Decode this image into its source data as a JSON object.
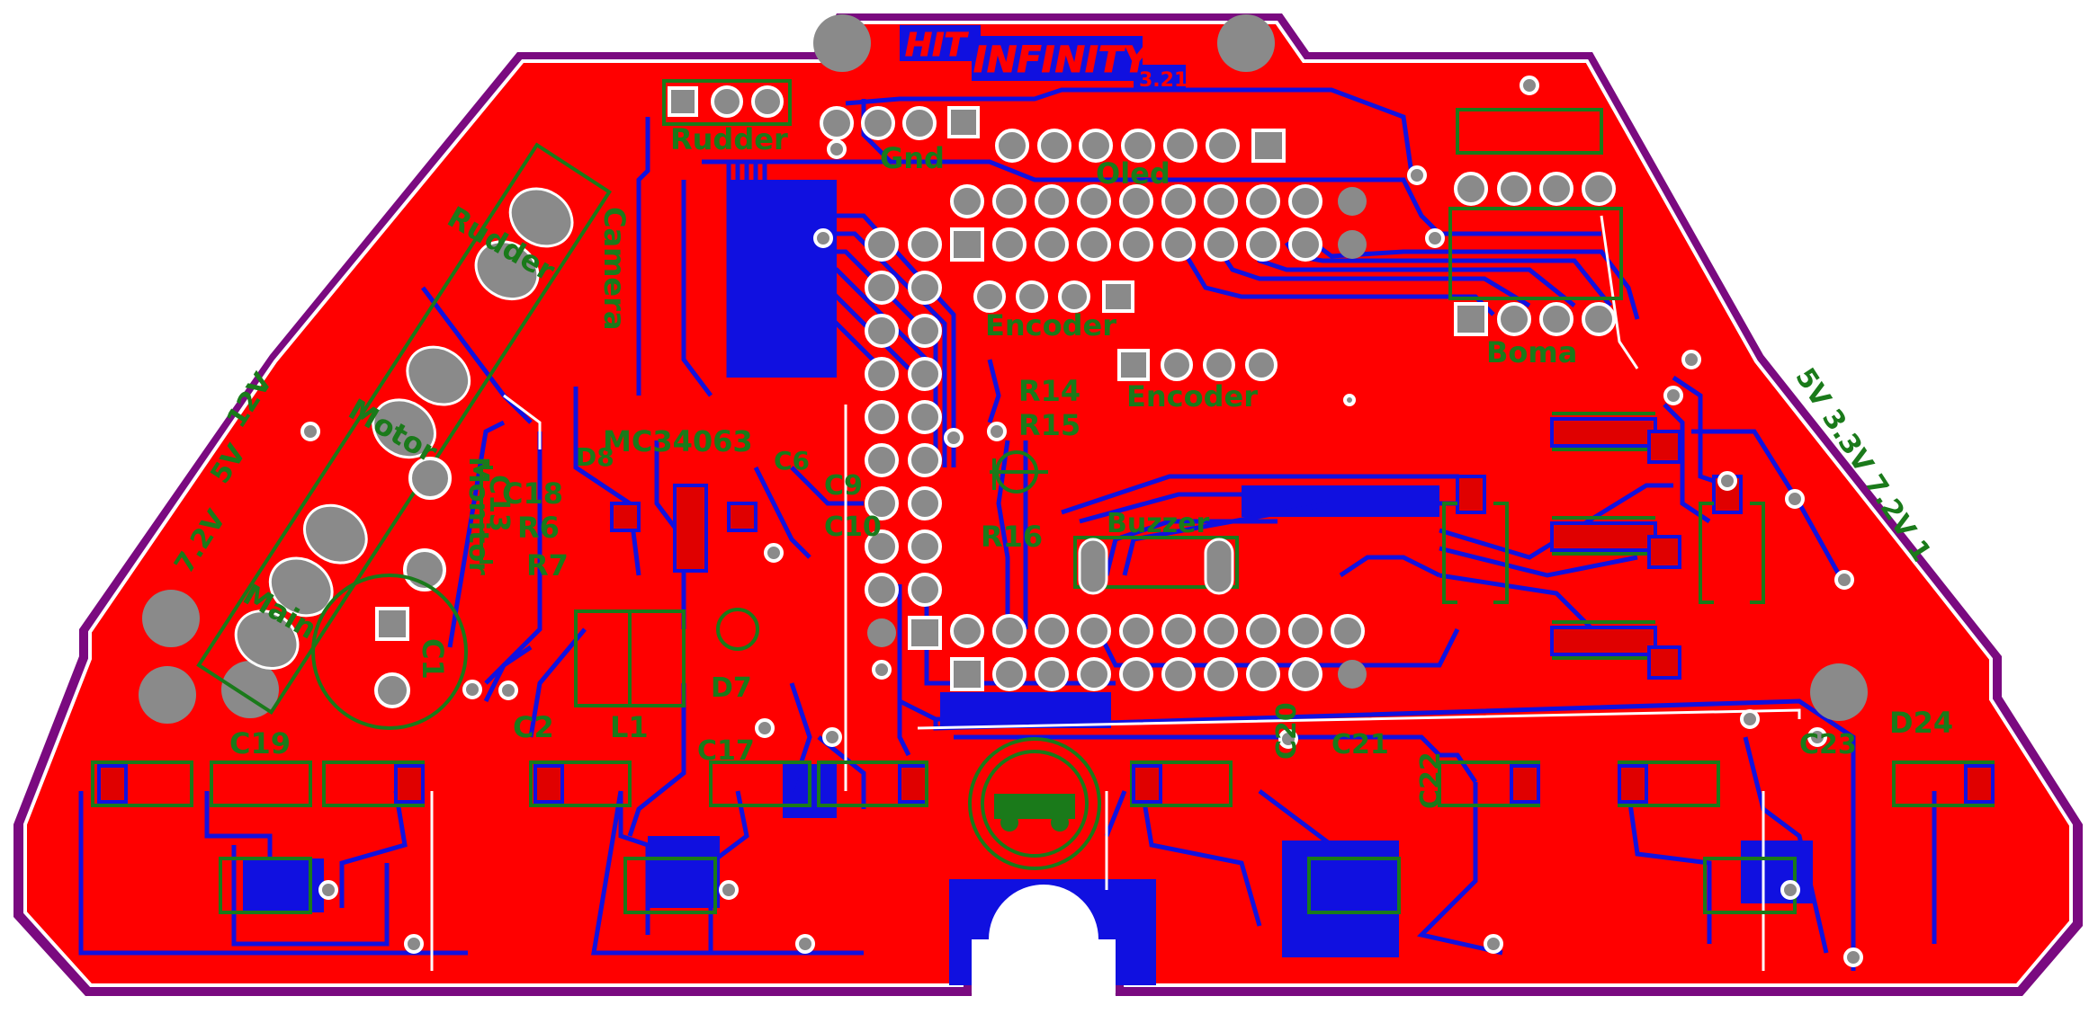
{
  "board": {
    "colors": {
      "copper_top": "#ff0000",
      "copper_bottom": "#1010e0",
      "silkscreen": "#1a7a1a",
      "outline": "#7a0a80",
      "pad": "#8a8a8a",
      "clearance": "#ffffff"
    },
    "logo": {
      "line1": "HIT",
      "line2": "INFINITY",
      "version": "3.21"
    },
    "labels": {
      "rudder": "Rudder",
      "gnd": "Gnd",
      "oled": "Oled",
      "camera": "Camera",
      "encoder_1": "Encoder",
      "encoder_2": "Encoder",
      "boma": "Boma",
      "rudder_rot": "Rudder",
      "motor": "Motor",
      "main": "Main",
      "monitor": "Monitor",
      "mc34063": "MC34063",
      "v12": "12V",
      "v5_rot": "5V",
      "v7": "7.2V",
      "right_v": "5V 3.3V 7.2V 1",
      "r14": "R14",
      "r15": "R15",
      "r16": "R16",
      "buzzer": "Buzzer",
      "c18": "C18",
      "r6": "R6",
      "r7": "R7",
      "c1": "C1",
      "c2": "C2",
      "l1": "L1",
      "c19": "C19",
      "c17": "C17",
      "c20": "C20",
      "c21": "C21",
      "c22": "C22",
      "c23": "C23",
      "d24": "D24",
      "d7": "D7",
      "c9": "C9",
      "c10": "C10",
      "c13": "C13",
      "d8": "D8",
      "c6": "C6"
    }
  }
}
